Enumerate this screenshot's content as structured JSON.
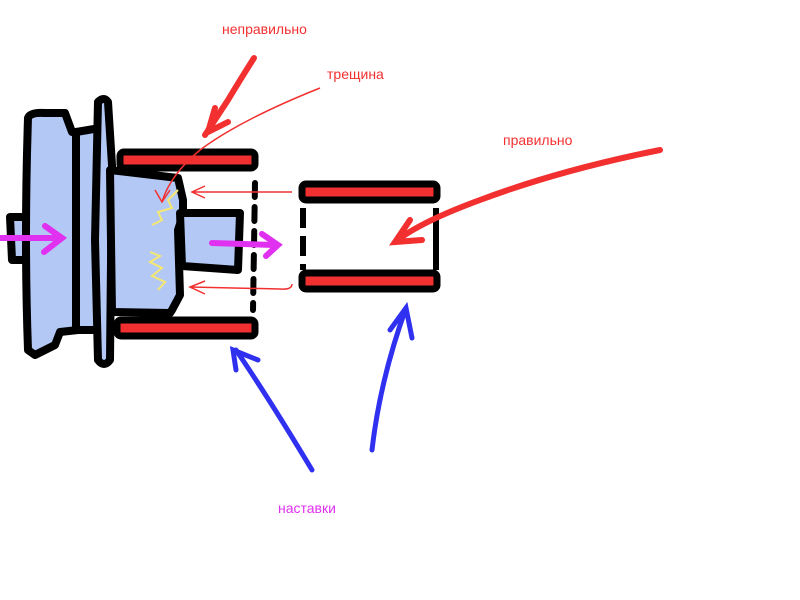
{
  "labels": {
    "wrong": "неправильно",
    "crack": "трещина",
    "right": "правильно",
    "extensions": "наставки"
  },
  "colors": {
    "outline": "#000000",
    "part_fill": "#b4c8f5",
    "red": "#f23030",
    "magenta": "#e030f0",
    "blue": "#3030f0",
    "crack_yellow": "#f5e870"
  }
}
